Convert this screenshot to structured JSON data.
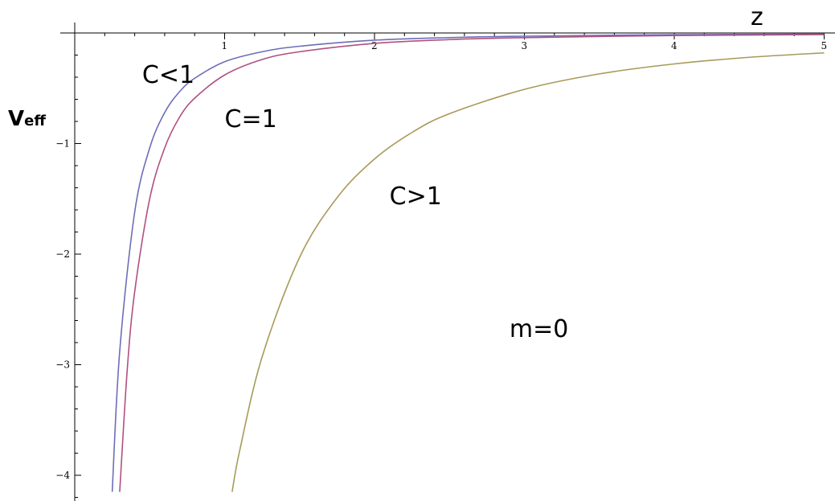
{
  "chart_data": {
    "type": "line",
    "xlabel": "z",
    "ylabel_main": "V",
    "ylabel_sub": "eff",
    "xlim": [
      0,
      5
    ],
    "ylim": [
      -4.2,
      0.05
    ],
    "x_ticks": [
      1,
      2,
      3,
      4,
      5
    ],
    "x_tick_labels": [
      "1",
      "2",
      "3",
      "4",
      "5"
    ],
    "y_ticks": [
      -1,
      -2,
      -3,
      -4
    ],
    "y_tick_labels": [
      "−1",
      "−2",
      "−3",
      "−4"
    ],
    "grid": false,
    "series": [
      {
        "name": "C<1",
        "color": "#6d6db8",
        "x": [
          0.25,
          0.3,
          0.4,
          0.5,
          0.6,
          0.7,
          0.8,
          1.0,
          1.25,
          1.5,
          2.0,
          2.5,
          3.0,
          4.0,
          5.0
        ],
        "y": [
          -4.15,
          -2.88,
          -1.62,
          -1.04,
          -0.72,
          -0.53,
          -0.41,
          -0.26,
          -0.17,
          -0.12,
          -0.065,
          -0.042,
          -0.029,
          -0.016,
          -0.01
        ]
      },
      {
        "name": "C=1",
        "color": "#b0507f",
        "x": [
          0.3,
          0.35,
          0.4,
          0.5,
          0.6,
          0.7,
          0.8,
          1.0,
          1.25,
          1.5,
          2.0,
          2.5,
          3.0,
          4.0,
          5.0
        ],
        "y": [
          -4.15,
          -3.05,
          -2.34,
          -1.5,
          -1.04,
          -0.76,
          -0.59,
          -0.38,
          -0.24,
          -0.17,
          -0.094,
          -0.06,
          -0.042,
          -0.023,
          -0.015
        ]
      },
      {
        "name": "C>1",
        "color": "#a89a5a",
        "x": [
          1.05,
          1.1,
          1.25,
          1.5,
          1.75,
          2.0,
          2.25,
          2.5,
          3.0,
          3.5,
          4.0,
          4.5,
          5.0
        ],
        "y": [
          -4.15,
          -3.78,
          -2.93,
          -2.03,
          -1.49,
          -1.14,
          -0.9,
          -0.73,
          -0.51,
          -0.37,
          -0.28,
          -0.22,
          -0.18
        ]
      }
    ],
    "annotations": [
      {
        "text": "C<1",
        "x": 0.45,
        "y": -0.45
      },
      {
        "text": "C=1",
        "x": 1.0,
        "y": -0.85
      },
      {
        "text": "C>1",
        "x": 2.1,
        "y": -1.55
      },
      {
        "text": "m=0",
        "x": 2.9,
        "y": -2.75
      }
    ]
  }
}
